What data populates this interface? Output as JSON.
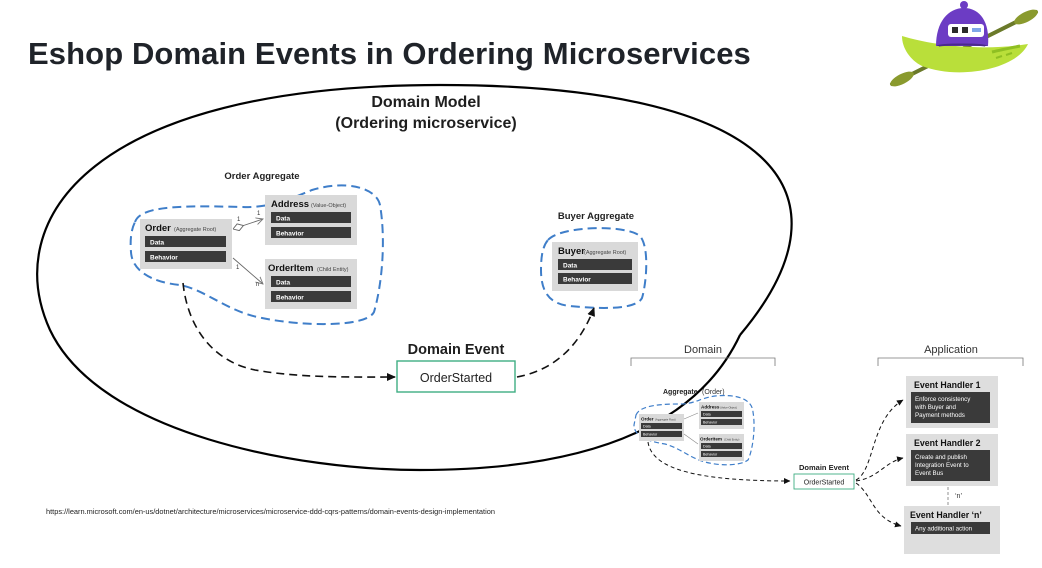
{
  "slide": {
    "title": "Eshop Domain Events in Ordering Microservices",
    "source_url": "https://learn.microsoft.com/en-us/dotnet/architecture/microservices/microservice-ddd-cqrs-patterns/domain-events-design-implementation"
  },
  "main_diagram": {
    "model_title": "Domain Model",
    "model_subtitle": "(Ordering microservice)",
    "order_aggregate": {
      "label": "Order Aggregate",
      "order": {
        "name": "Order",
        "tag": "(Aggregate Root)",
        "rows": [
          "Data",
          "Behavior"
        ]
      },
      "address": {
        "name": "Address",
        "tag": "(Value-Object)",
        "rows": [
          "Data",
          "Behavior"
        ]
      },
      "order_item": {
        "name": "OrderItem",
        "tag": "(Child Entity)",
        "rows": [
          "Data",
          "Behavior"
        ]
      },
      "multiplicity": [
        "1",
        "1",
        "1",
        "n"
      ]
    },
    "buyer_aggregate": {
      "label": "Buyer Aggregate",
      "buyer": {
        "name": "Buyer",
        "tag": "(Aggregate Root)",
        "rows": [
          "Data",
          "Behavior"
        ]
      }
    },
    "domain_event": {
      "label": "Domain Event",
      "event": "OrderStarted"
    }
  },
  "mini_diagram": {
    "domain_header": "Domain",
    "application_header": "Application",
    "aggregate_label": "Aggregate",
    "aggregate_tag": "(Order)",
    "order": {
      "name": "Order",
      "tag": "(Aggregate Root)",
      "rows": [
        "Data",
        "Behavior"
      ]
    },
    "address": {
      "name": "Address",
      "tag": "(Value-Object)",
      "rows": [
        "Data",
        "Behavior"
      ]
    },
    "order_item": {
      "name": "OrderItem",
      "tag": "(Child Entity)",
      "rows": [
        "Data",
        "Behavior"
      ]
    },
    "domain_event_label": "Domain Event",
    "event": "OrderStarted",
    "handlers": [
      {
        "title": "Event Handler 1",
        "body": [
          "Enforce consistency",
          "with Buyer and",
          "Payment methods"
        ]
      },
      {
        "title": "Event Handler 2",
        "body": [
          "Create and publish",
          "Integration Event to",
          "Event Bus"
        ]
      },
      {
        "title": "Event Handler ‘n’",
        "body": [
          "Any additional action"
        ]
      }
    ],
    "n_marker": "‘n’"
  },
  "colors": {
    "aggregate_border": "#3f7ec9",
    "entity_box": "#d9d9d9",
    "entity_row": "#3a3a3a",
    "event_border": "#3fae83",
    "handler_box": "#dedede"
  },
  "mascot": {
    "icon": "kayaking-robot-icon"
  }
}
